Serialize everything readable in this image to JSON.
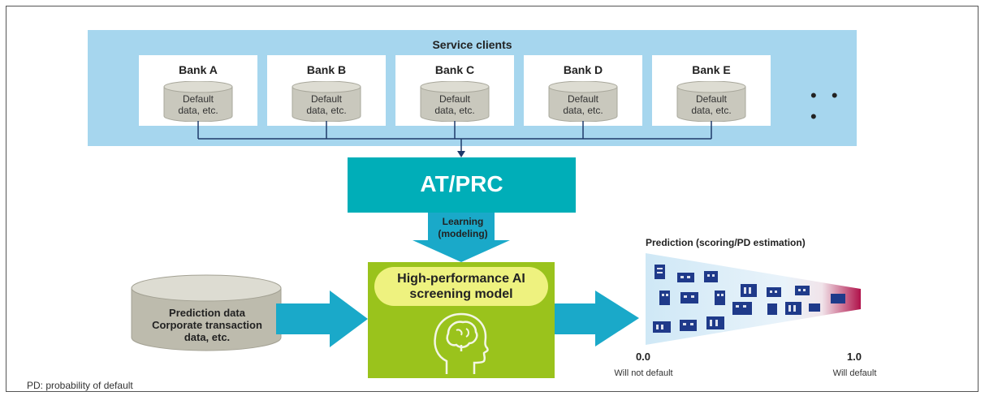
{
  "service_clients": {
    "title": "Service clients",
    "banks": [
      {
        "name": "Bank A",
        "db_label_1": "Default",
        "db_label_2": "data, etc."
      },
      {
        "name": "Bank B",
        "db_label_1": "Default",
        "db_label_2": "data, etc."
      },
      {
        "name": "Bank C",
        "db_label_1": "Default",
        "db_label_2": "data, etc."
      },
      {
        "name": "Bank D",
        "db_label_1": "Default",
        "db_label_2": "data, etc."
      },
      {
        "name": "Bank E",
        "db_label_1": "Default",
        "db_label_2": "data, etc."
      }
    ],
    "ellipsis": "• • •"
  },
  "atprc": {
    "label": "AT/PRC"
  },
  "learning": {
    "line1": "Learning",
    "line2": "(modeling)"
  },
  "model": {
    "line1": "High-performance AI",
    "line2": "screening model"
  },
  "prediction_data": {
    "line1": "Prediction data",
    "line2": "Corporate transaction",
    "line3": "data, etc."
  },
  "prediction": {
    "title": "Prediction (scoring/PD estimation)",
    "scale_low": {
      "value": "0.0",
      "label": "Will not default"
    },
    "scale_high": {
      "value": "1.0",
      "label": "Will default"
    }
  },
  "footnote": "PD: probability of default",
  "colors": {
    "clients_bg": "#a6d6ee",
    "atprc": "#00aeb8",
    "arrow": "#1aa9c9",
    "model_bg": "#9ac31c",
    "model_title_bg": "#eef27f",
    "building": "#1f3a8a",
    "gradient_end": "#b0124a"
  }
}
